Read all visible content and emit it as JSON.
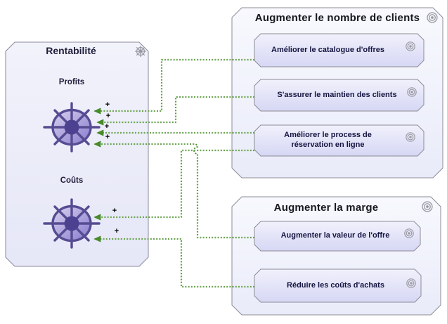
{
  "diagram": {
    "rentabilite": {
      "title": "Rentabilité",
      "items": [
        {
          "label": "Profits"
        },
        {
          "label": "Coûts"
        }
      ]
    },
    "goal_groups": [
      {
        "title": "Augmenter le nombre de clients",
        "goals": [
          {
            "label": "Améliorer le catalogue d'offres"
          },
          {
            "label": "S'assurer le maintien des clients"
          },
          {
            "label": "Améliorer le process de réservation en ligne"
          }
        ]
      },
      {
        "title": "Augmenter la marge",
        "goals": [
          {
            "label": "Augmenter la valeur de l'offre"
          },
          {
            "label": "Réduire les coûts d'achats"
          }
        ]
      }
    ],
    "influences": [
      {
        "from": "Améliorer le catalogue d'offres",
        "to": "Profits",
        "sign": "+"
      },
      {
        "from": "S'assurer le maintien des clients",
        "to": "Profits",
        "sign": "+"
      },
      {
        "from": "Améliorer le process de réservation en ligne",
        "to": "Profits",
        "sign": "+"
      },
      {
        "from": "Augmenter la valeur de l'offre",
        "to": "Profits",
        "sign": "+"
      },
      {
        "from": "Améliorer le process de réservation en ligne",
        "to": "Coûts",
        "sign": "+"
      },
      {
        "from": "Réduire les coûts d'achats",
        "to": "Coûts",
        "sign": "+"
      }
    ],
    "colors": {
      "goal_fill": "#dcddf6",
      "group_fill": "#eef0fc",
      "driver_fill": "#ebecf9",
      "wheel_purple": "#564c92",
      "influence_green": "#2e7a12",
      "border_gray": "#8c8c96"
    }
  }
}
